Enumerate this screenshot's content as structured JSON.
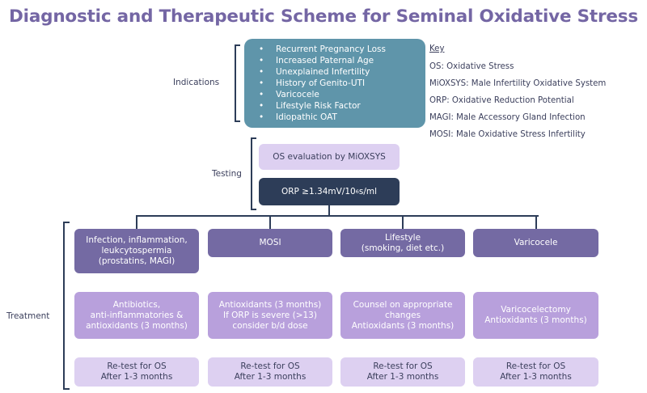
{
  "title": "Diagnostic and Therapeutic Scheme for Seminal Oxidative Stress",
  "labels": {
    "indications": "Indications",
    "testing": "Testing",
    "treatment": "Treatment"
  },
  "indications": [
    "Recurrent Pregnancy Loss",
    "Increased Paternal Age",
    "Unexplained Infertility",
    "History of Genito-UTI",
    "Varicocele",
    "Lifestyle Risk Factor",
    "Idiopathic OAT"
  ],
  "key": {
    "title": "Key",
    "items": [
      "OS: Oxidative Stress",
      "MiOXSYS: Male Infertility Oxidative System",
      "ORP: Oxidative Reduction Potential",
      "MAGI: Male Accessory Gland Infection",
      "MOSI: Male Oxidative Stress Infertility"
    ]
  },
  "testing": {
    "evaluation": "OS evaluation by MiOXSYS",
    "threshold_prefix": "ORP ≥1.34mV/10",
    "threshold_sup": "6",
    "threshold_suffix": " s/ml"
  },
  "branches": [
    {
      "category": [
        "Infection, inflammation,",
        "leukcytospermia",
        "(prostatins, MAGI)"
      ],
      "treatment": [
        "Antibiotics,",
        "anti-inflammatories &",
        "antioxidants (3 months)"
      ],
      "retest": [
        "Re-test for OS",
        "After 1-3 months"
      ]
    },
    {
      "category": [
        "MOSI"
      ],
      "treatment": [
        "Antioxidants (3 months)",
        "If ORP is severe (>13)",
        "consider b/d dose"
      ],
      "retest": [
        "Re-test for OS",
        "After 1-3 months"
      ]
    },
    {
      "category": [
        "Lifestyle",
        "(smoking, diet etc.)"
      ],
      "treatment": [
        "Counsel on appropriate",
        "changes",
        "Antioxidants (3 months)"
      ],
      "retest": [
        "Re-test for OS",
        "After 1-3 months"
      ]
    },
    {
      "category": [
        "Varicocele"
      ],
      "treatment": [
        "Varicocelectomy",
        "Antioxidants (3 months)"
      ],
      "retest": [
        "Re-test for OS",
        "After 1-3 months"
      ]
    }
  ],
  "colors": {
    "title": "#7466a4",
    "indications_box": "#5f95aa",
    "threshold_box": "#2d3d58",
    "category_box": "#746aa3",
    "treatment_box": "#b8a0dc",
    "retest_box": "#ddd0f1"
  }
}
